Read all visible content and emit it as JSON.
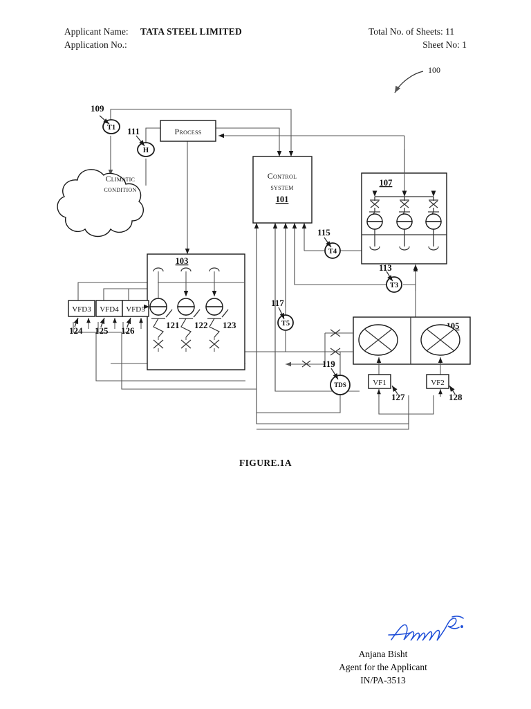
{
  "header": {
    "applicant_label": "Applicant Name:",
    "applicant_name": "TATA STEEL LIMITED",
    "application_no": "Application No.:",
    "total_sheets": "Total No. of Sheets: 11",
    "sheet_no": "Sheet No: 1"
  },
  "figure": {
    "caption": "FIGURE.1A",
    "system_ref": "100"
  },
  "blocks": {
    "process": {
      "title": "Process"
    },
    "climatic": {
      "line1": "Climatic",
      "line2": "condition"
    },
    "control_system": {
      "line1": "Control",
      "line2": "system",
      "ref": "101"
    },
    "cooling_tower": {
      "ref": "107"
    },
    "pump_house": {
      "ref": "103"
    },
    "chiller": {
      "ref": "105"
    }
  },
  "sensors": [
    {
      "tag": "T1",
      "ref": "109"
    },
    {
      "tag": "H",
      "ref": "111"
    },
    {
      "tag": "T4",
      "ref": "115"
    },
    {
      "tag": "T3",
      "ref": "113"
    },
    {
      "tag": "T5",
      "ref": "117"
    },
    {
      "tag": "TDS",
      "ref": "119"
    }
  ],
  "pumps": [
    {
      "ref": "121"
    },
    {
      "ref": "122"
    },
    {
      "ref": "123"
    }
  ],
  "drives": [
    {
      "tag": "VFD3",
      "ref": "124"
    },
    {
      "tag": "VFD4",
      "ref": "125"
    },
    {
      "tag": "VFD5",
      "ref": "126"
    }
  ],
  "fan_drives": [
    {
      "tag": "VF1",
      "ref": "127"
    },
    {
      "tag": "VF2",
      "ref": "128"
    }
  ],
  "signature": {
    "name": "Anjana Bisht",
    "role": "Agent for the Applicant",
    "reg_no": "IN/PA-3513",
    "ink_color": "#1f4fd8"
  }
}
